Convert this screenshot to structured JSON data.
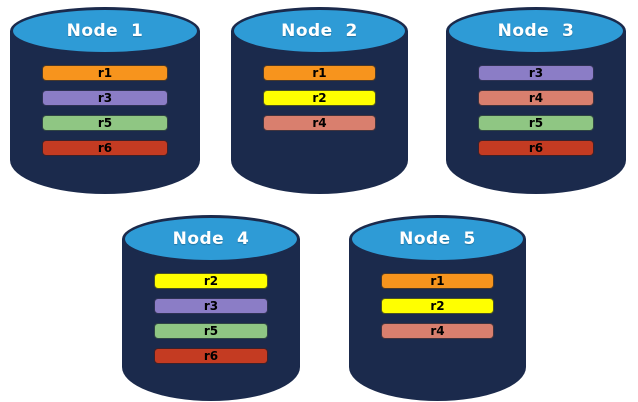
{
  "colors": {
    "background": "#FFFFFF",
    "cylinder_body": "#1B2A4C",
    "cylinder_top": "#2E9BD6",
    "title_text": "#FFFFFF",
    "bar_text": "#000000",
    "replicas": {
      "r1": "#F7941D",
      "r2": "#FFFF00",
      "r3": "#8B7DC6",
      "r4": "#D97F6E",
      "r5": "#8FC683",
      "r6": "#C43B22"
    }
  },
  "diagram": {
    "description": "Five database nodes showing replica placement",
    "nodes": [
      {
        "id": "node-1",
        "label": "Node  1",
        "replicas": [
          "r1",
          "r3",
          "r5",
          "r6"
        ]
      },
      {
        "id": "node-2",
        "label": "Node  2",
        "replicas": [
          "r1",
          "r2",
          "r4"
        ]
      },
      {
        "id": "node-3",
        "label": "Node  3",
        "replicas": [
          "r3",
          "r4",
          "r5",
          "r6"
        ]
      },
      {
        "id": "node-4",
        "label": "Node  4",
        "replicas": [
          "r2",
          "r3",
          "r5",
          "r6"
        ]
      },
      {
        "id": "node-5",
        "label": "Node  5",
        "replicas": [
          "r1",
          "r2",
          "r4"
        ]
      }
    ]
  }
}
